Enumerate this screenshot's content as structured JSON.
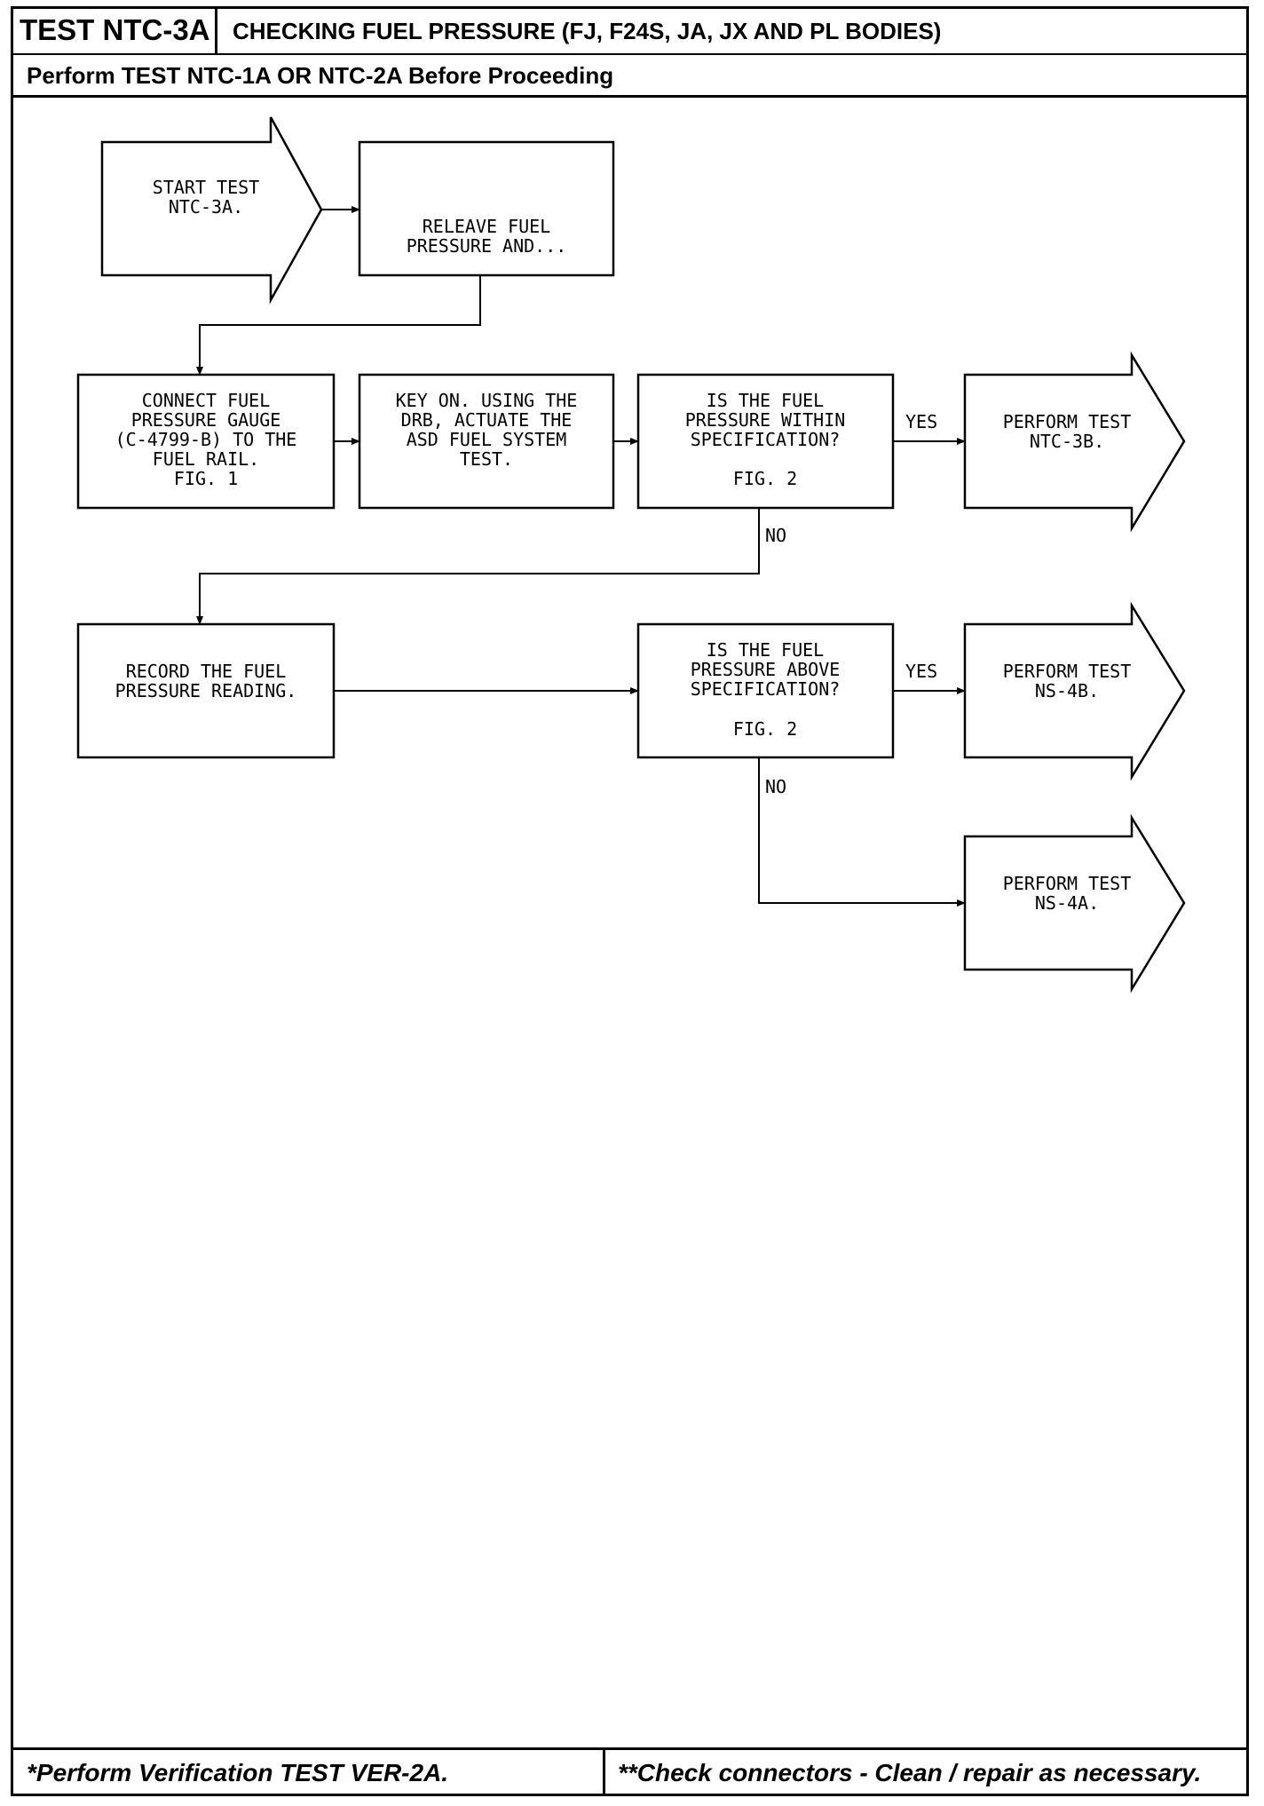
{
  "header": {
    "test_id": "TEST NTC-3A",
    "title": "CHECKING FUEL PRESSURE (FJ, F24S, JA, JX AND PL BODIES)",
    "prerequisite": "Perform TEST NTC-1A OR NTC-2A Before Proceeding"
  },
  "flowchart": {
    "start": [
      "START TEST",
      "NTC-3A."
    ],
    "release": [
      "RELEAVE FUEL",
      "PRESSURE AND..."
    ],
    "connect_gauge": [
      "CONNECT FUEL",
      "PRESSURE GAUGE",
      "(C-4799-B) TO THE",
      "FUEL RAIL.",
      "FIG. 1"
    ],
    "key_on": [
      "KEY ON. USING THE",
      "DRB, ACTUATE THE",
      "ASD FUEL SYSTEM",
      "TEST."
    ],
    "within_spec": [
      "IS THE FUEL",
      "PRESSURE WITHIN",
      "SPECIFICATION?"
    ],
    "within_spec_fig": "FIG. 2",
    "result_ntc3b": [
      "PERFORM TEST",
      "NTC-3B."
    ],
    "record": [
      "RECORD THE FUEL",
      "PRESSURE READING."
    ],
    "above_spec": [
      "IS THE FUEL",
      "PRESSURE ABOVE",
      "SPECIFICATION?"
    ],
    "above_spec_fig": "FIG. 2",
    "result_ns4b": [
      "PERFORM TEST",
      "NS-4B."
    ],
    "result_ns4a": [
      "PERFORM TEST",
      "NS-4A."
    ],
    "yes_label": "YES",
    "no_label": "NO"
  },
  "footer": {
    "left": "*Perform Verification TEST VER-2A.",
    "right": "**Check connectors - Clean / repair as necessary."
  }
}
